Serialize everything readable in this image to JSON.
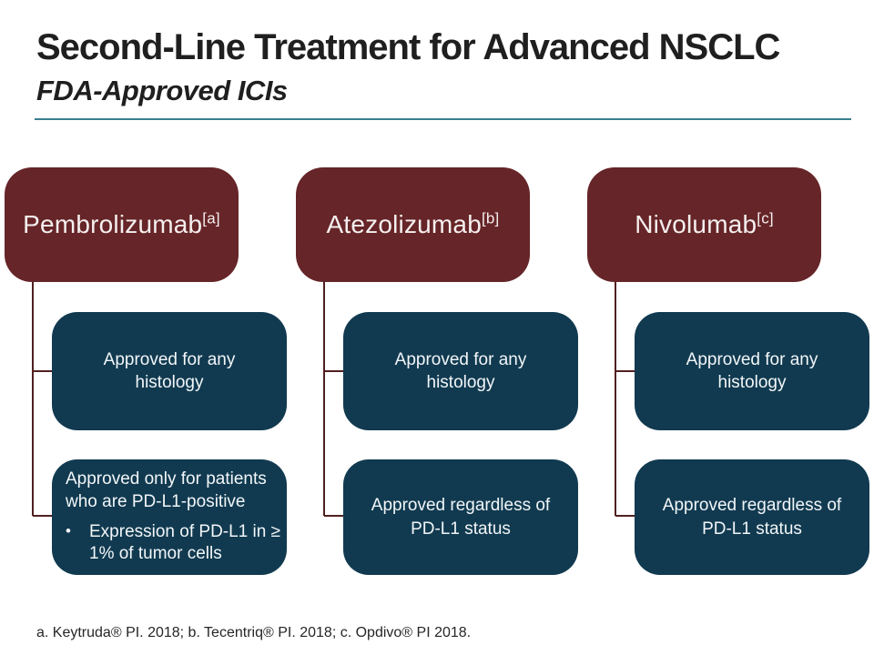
{
  "slide": {
    "title": "Second-Line Treatment for Advanced NSCLC",
    "subtitle": "FDA-Approved ICIs",
    "footnote": "a. Keytruda® PI. 2018; b. Tecentriq® PI. 2018; c. Opdivo® PI 2018."
  },
  "colors": {
    "parent_box": "#662528",
    "child_box": "#113a50",
    "connector_line": "#522022",
    "title_divider": "#3a7e8f",
    "text_dark": "#212121",
    "text_light": "#f2f6f8"
  },
  "diagram": {
    "columns": [
      {
        "drug": "Pembrolizumab",
        "superscript": "[a]",
        "children": [
          {
            "text": "Approved for any histology"
          },
          {
            "text": "Approved only for patients who are PD-L1-positive",
            "bullet_marker": "•",
            "bullet": "Expression of PD-L1 in ≥ 1% of tumor cells"
          }
        ]
      },
      {
        "drug": "Atezolizumab",
        "superscript": "[b]",
        "children": [
          {
            "text": "Approved for any histology"
          },
          {
            "text": "Approved regardless of PD-L1 status"
          }
        ]
      },
      {
        "drug": "Nivolumab",
        "superscript": "[c]",
        "children": [
          {
            "text": "Approved for any histology"
          },
          {
            "text": "Approved regardless of PD-L1 status"
          }
        ]
      }
    ]
  }
}
